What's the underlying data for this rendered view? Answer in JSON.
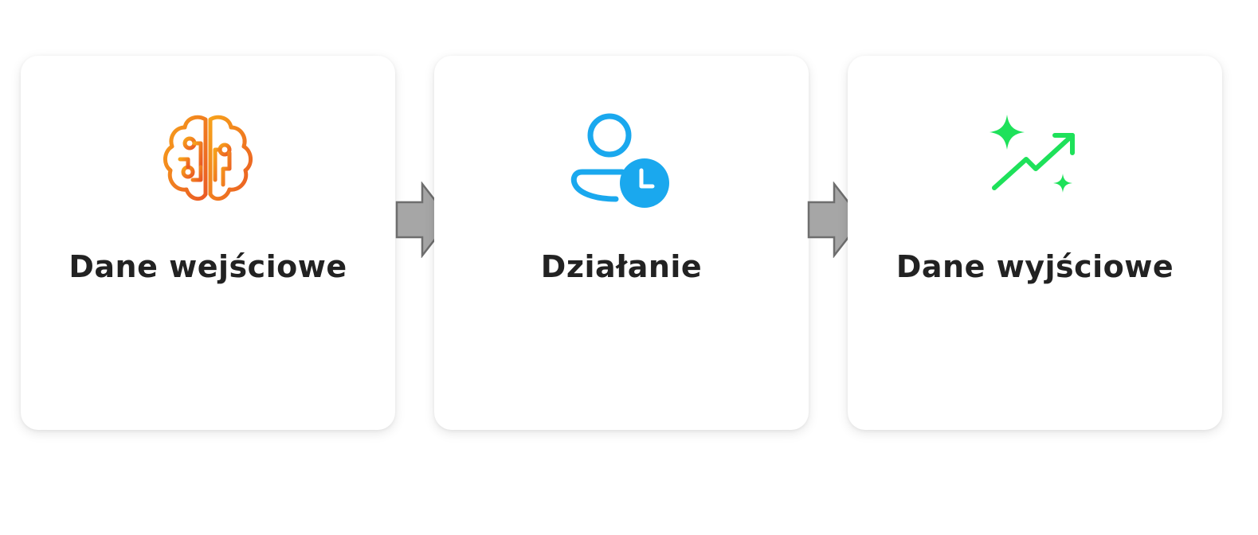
{
  "steps": [
    {
      "label": "Dane wejściowe",
      "icon": "brain-circuit-icon",
      "color_start": "#F7A21B",
      "color_end": "#EA5A24"
    },
    {
      "label": "Działanie",
      "icon": "user-clock-icon",
      "color": "#1AA8EE"
    },
    {
      "label": "Dane wyjściowe",
      "icon": "trend-up-sparkle-icon",
      "color": "#1EE15A"
    }
  ],
  "connectors": [
    {
      "icon": "right-arrow-icon",
      "fill": "#A6A6A6",
      "stroke": "#6E6E6E"
    },
    {
      "icon": "right-arrow-icon",
      "fill": "#A6A6A6",
      "stroke": "#6E6E6E"
    }
  ]
}
